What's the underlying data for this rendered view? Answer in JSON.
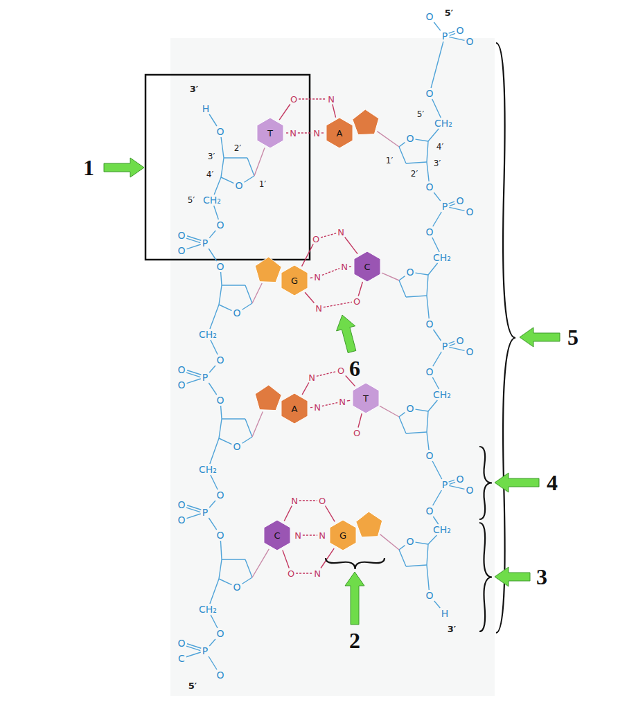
{
  "diagram": {
    "nodes": [
      {
        "text": [
          "T"
        ]
      },
      {
        "text": [
          "A"
        ]
      },
      {
        "text": [
          "G"
        ]
      },
      {
        "text": [
          "C"
        ]
      },
      {
        "text": [
          "A"
        ]
      },
      {
        "text": [
          "T"
        ]
      },
      {
        "text": [
          "C"
        ]
      },
      {
        "text": [
          "G"
        ]
      }
    ],
    "labels": [
      "3′",
      "H",
      "O",
      "2′",
      "3′",
      "4′",
      "O",
      "1′",
      "5′",
      "CH₂",
      "O",
      "O",
      "P",
      "O",
      "O",
      "O",
      "CH₂",
      "O",
      "O",
      "P",
      "O",
      "O",
      "O",
      "CH₂",
      "O",
      "O",
      "P",
      "O",
      "O",
      "O",
      "CH₂",
      "O",
      "O",
      "P",
      "C",
      "O",
      "5′",
      "5′",
      "O",
      "P",
      "O",
      "O",
      "O",
      "5′",
      "CH₂",
      "O",
      "4′",
      "1′",
      "3′",
      "2′",
      "O",
      "P",
      "O",
      "O",
      "O",
      "CH₂",
      "O",
      "O",
      "P",
      "O",
      "O",
      "O",
      "CH₂",
      "O",
      "O",
      "P",
      "O",
      "O",
      "O",
      "CH₂",
      "O",
      "O",
      "H",
      "3′",
      "O",
      "N",
      "N",
      "N",
      "O",
      "N",
      "N",
      "N",
      "N",
      "O",
      "N",
      "O",
      "N",
      "N",
      "O",
      "N",
      "O",
      "N",
      "N",
      "O",
      "N",
      "1",
      "2",
      "3",
      "4",
      "5",
      "6"
    ]
  }
}
